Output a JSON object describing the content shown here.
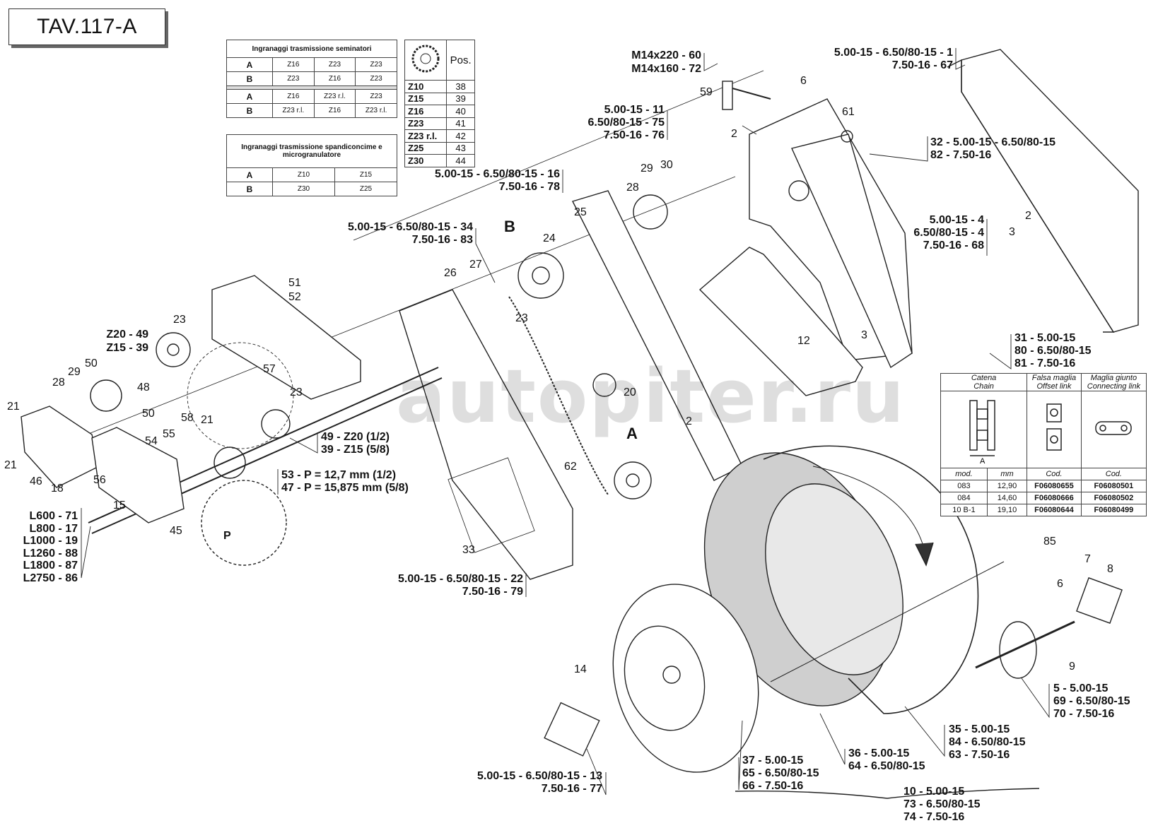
{
  "title": "TAV.117-A",
  "watermark": "autopiter.ru",
  "seeder_table": {
    "header": "Ingranaggi trasmissione seminatori",
    "rows": [
      [
        "A",
        "Z16",
        "Z23",
        "Z23"
      ],
      [
        "B",
        "Z23",
        "Z16",
        "Z23"
      ],
      [
        "A",
        "Z16",
        "Z23 r.l.",
        "Z23"
      ],
      [
        "B",
        "Z23 r.l.",
        "Z16",
        "Z23 r.l."
      ]
    ]
  },
  "fert_table": {
    "header": "Ingranaggi trasmissione spandiconcime e microgranulatore",
    "rows": [
      [
        "A",
        "Z10",
        "Z15"
      ],
      [
        "B",
        "Z30",
        "Z25"
      ]
    ]
  },
  "pos_table": {
    "header": "Pos.",
    "rows": [
      [
        "Z10",
        "38"
      ],
      [
        "Z15",
        "39"
      ],
      [
        "Z16",
        "40"
      ],
      [
        "Z23",
        "41"
      ],
      [
        "Z23 r.l.",
        "42"
      ],
      [
        "Z25",
        "43"
      ],
      [
        "Z30",
        "44"
      ]
    ]
  },
  "chain_table": {
    "headers": [
      [
        "Catena",
        "Chain"
      ],
      [
        "Falsa maglia",
        "Offset link"
      ],
      [
        "Maglia giunto",
        "Connecting link"
      ]
    ],
    "subheaders": [
      "mod.",
      "mm",
      "Cod.",
      "Cod."
    ],
    "pic_label": "A",
    "rows": [
      [
        "083",
        "12,90",
        "F06080655",
        "F06080501"
      ],
      [
        "084",
        "14,60",
        "F06080666",
        "F06080502"
      ],
      [
        "10 B-1",
        "19,10",
        "F06080644",
        "F06080499"
      ]
    ]
  },
  "callouts": {
    "c60": "M14x220 - 60",
    "c72": "M14x160 - 72",
    "c59": "59",
    "c1": "5.00-15 - 6.50/80-15 - 1",
    "c67": "7.50-16 - 67",
    "c6a": "6",
    "c61": "61",
    "c11": "5.00-15 - 11",
    "c75": "6.50/80-15 - 75",
    "c76": "7.50-16 - 76",
    "c2a": "2",
    "c32": "32 - 5.00-15 - 6.50/80-15",
    "c82": "82 - 7.50-16",
    "c16": "5.00-15 - 6.50/80-15 - 16",
    "c78": "7.50-16 - 78",
    "c29": "29",
    "c30": "30",
    "c28a": "28",
    "c25": "25",
    "c4": "5.00-15 - 4",
    "c4b": "6.50/80-15 - 4",
    "c68": "7.50-16 - 68",
    "c2b": "2",
    "c3a": "3",
    "c34": "5.00-15 - 6.50/80-15 - 34",
    "c83": "7.50-16 - 83",
    "cB": "B",
    "c24": "24",
    "c26": "26",
    "c27": "27",
    "c23a": "23",
    "c51": "51",
    "c52": "52",
    "c23b": "23",
    "c49": "Z20 - 49",
    "c39": "Z15 - 39",
    "c57": "57",
    "c50a": "50",
    "c29b": "29",
    "c28b": "28",
    "c48": "48",
    "c50b": "50",
    "c21a": "21",
    "c23c": "23",
    "c12": "12",
    "c3b": "3",
    "c31": "31 - 5.00-15",
    "c80": "80 - 6.50/80-15",
    "c81": "81 - 7.50-16",
    "c20": "20",
    "c49b": "49 - Z20 (1/2)",
    "c39b": "39 - Z15 (5/8)",
    "c58": "58",
    "c21b": "21",
    "c55": "55",
    "c54": "54",
    "c56": "56",
    "c21c": "21",
    "c46": "46",
    "c18": "18",
    "c15": "15",
    "c53": "53 - P = 12,7 mm (1/2)",
    "c47": "47 - P = 15,875 mm (5/8)",
    "cA": "A",
    "c2c": "2",
    "c62": "62",
    "cP": "P",
    "c45": "45",
    "c71": "L600 - 71",
    "c17": "L800 - 17",
    "c19": "L1000 - 19",
    "c88": "L1260 - 88",
    "c87": "L1800 - 87",
    "c86": "L2750 - 86",
    "c33": "33",
    "c22": "5.00-15 - 6.50/80-15 - 22",
    "c79": "7.50-16 - 79",
    "c85": "85",
    "c7": "7",
    "c8": "8",
    "c6b": "6",
    "c9": "9",
    "c14": "14",
    "c5": "5 - 5.00-15",
    "c69": "69 - 6.50/80-15",
    "c70": "70 - 7.50-16",
    "c35": "35 - 5.00-15",
    "c84": "84 - 6.50/80-15",
    "c63": "63 - 7.50-16",
    "c36": "36 - 5.00-15",
    "c64": "64 - 6.50/80-15",
    "c37": "37 - 5.00-15",
    "c65": "65 - 6.50/80-15",
    "c66": "66 - 7.50-16",
    "c13": "5.00-15 - 6.50/80-15 - 13",
    "c77": "7.50-16 - 77",
    "c10": "10 - 5.00-15",
    "c73": "73 - 6.50/80-15",
    "c74": "74 - 7.50-16"
  }
}
